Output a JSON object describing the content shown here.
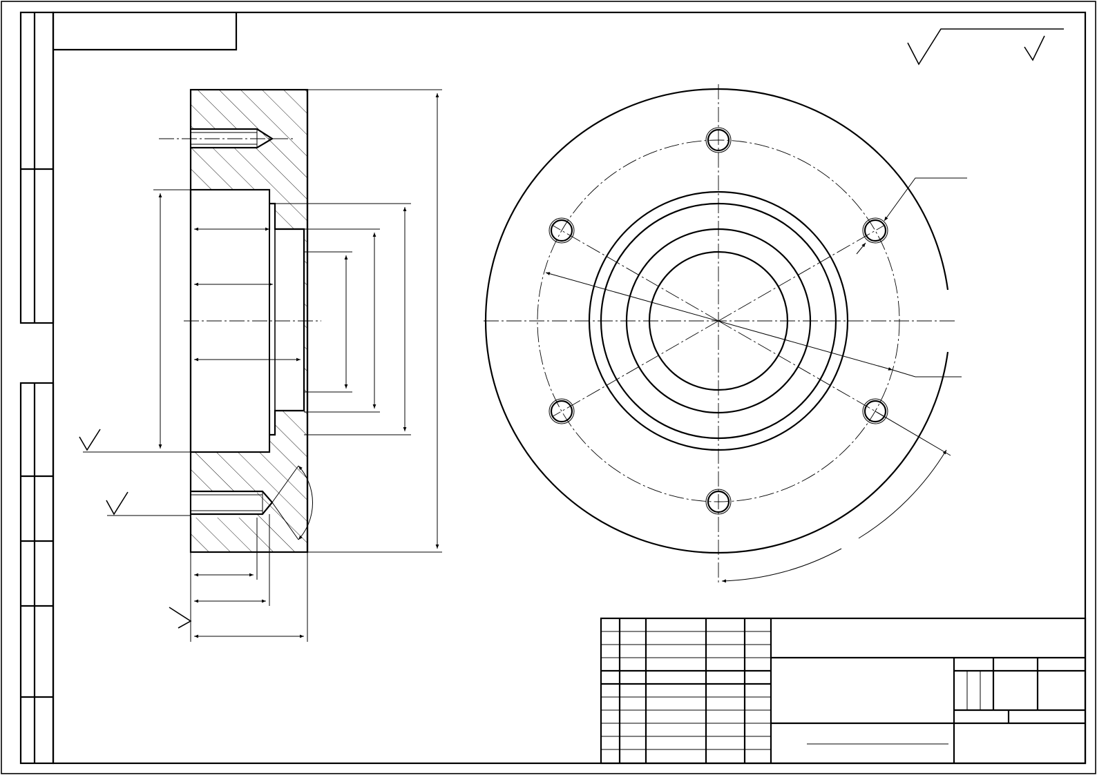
{
  "drawing": {
    "type": "engineering-drawing",
    "subject": "flange",
    "views": [
      "section-view",
      "front-view"
    ],
    "bolt_holes": 6,
    "title_block_text": []
  },
  "colors": {
    "line": "#000000",
    "paper": "#ffffff"
  }
}
